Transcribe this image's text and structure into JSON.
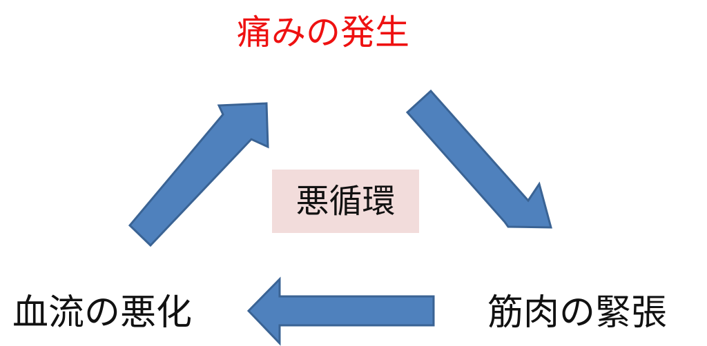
{
  "diagram": {
    "type": "cycle",
    "nodes": {
      "top": "痛みの発生",
      "bottom_right": "筋肉の緊張",
      "bottom_left": "血流の悪化"
    },
    "center_label": "悪循環",
    "edges": [
      {
        "from": "top",
        "to": "bottom_right"
      },
      {
        "from": "bottom_right",
        "to": "bottom_left"
      },
      {
        "from": "bottom_left",
        "to": "top"
      }
    ],
    "colors": {
      "arrow_fill": "#4f81bd",
      "arrow_stroke": "#3a6394",
      "top_text": "#ee1111",
      "center_box": "#f2dcdb"
    }
  }
}
